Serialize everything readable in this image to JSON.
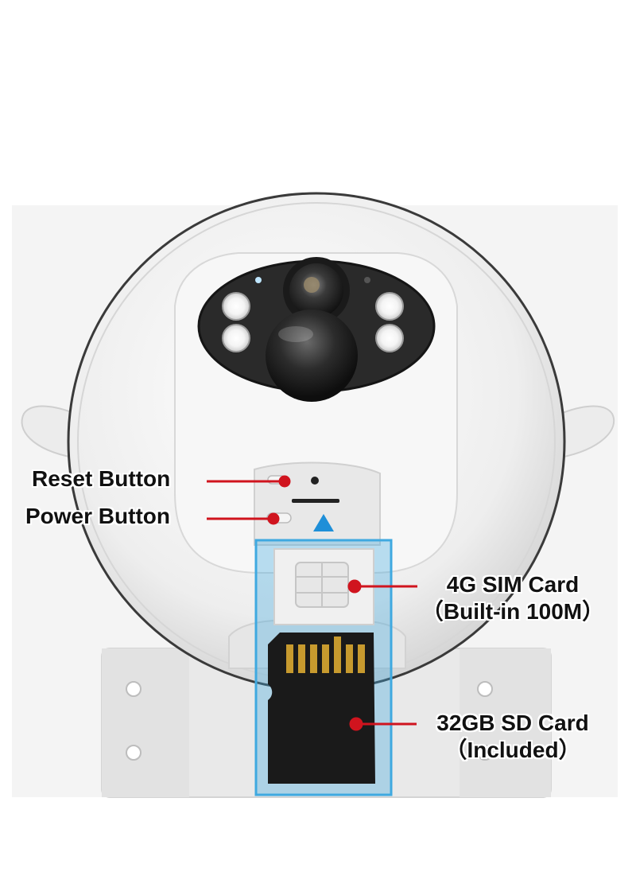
{
  "labels": {
    "reset_button": "Reset Button",
    "power_button": "Power Button",
    "sim_card_line1": "4G SIM Card",
    "sim_card_line2": "（Built-in 100M）",
    "sd_card_line1": "32GB SD Card",
    "sd_card_line2": "（Included）"
  },
  "colors": {
    "callout_line": "#d0141e",
    "highlight_frame": "#3fa9e0",
    "arrow": "#1e8fd8",
    "camera_body": "#f2f2f2",
    "lens_panel": "#2a2a2a",
    "sd_card": "#1a1a1a",
    "sd_contacts": "#c79a2e"
  },
  "icons": [
    "reset-button-icon",
    "power-button-icon",
    "sim-card-icon",
    "sd-card-icon",
    "insert-arrow-icon"
  ]
}
